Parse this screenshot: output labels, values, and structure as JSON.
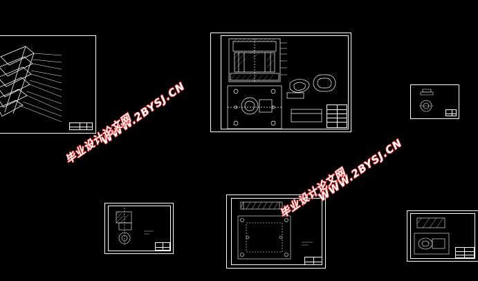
{
  "viewport": {
    "background": "#000000",
    "line_color": "#ffffff"
  },
  "watermarks": [
    {
      "url": "WWW.2BYSJ.CN",
      "cn": "毕业设计论文网"
    },
    {
      "url": "WWW.2BYSJ.CN",
      "cn": "毕业设计论文网"
    }
  ],
  "colors": {
    "watermark_outline": "#ff2a2a",
    "watermark_fill": "#ffffff"
  }
}
